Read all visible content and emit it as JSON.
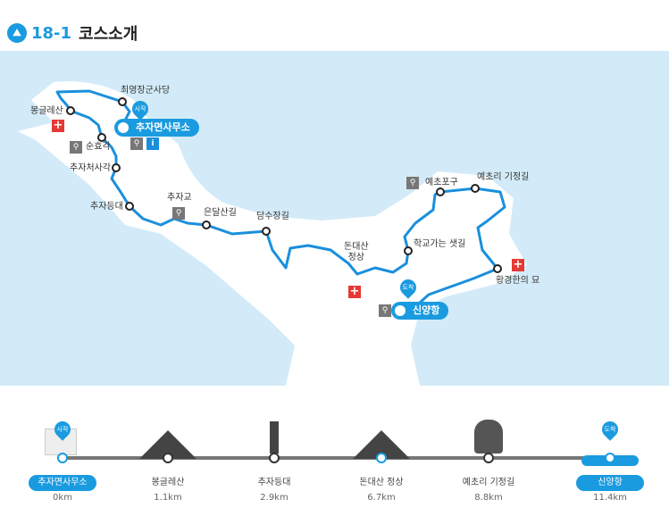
{
  "header": {
    "icon": "hiking-icon",
    "number": "18-1",
    "title": "코스소개"
  },
  "map": {
    "pins": {
      "start": "시작",
      "end": "도착"
    },
    "pills": {
      "start": "추자면사무소",
      "end": "신양항"
    },
    "labels": {
      "choi": "최영장군사당",
      "bong": "봉글레산",
      "sun": "순효각",
      "cheo": "추자처사각",
      "lighthouse": "추자등대",
      "bridge": "추자교",
      "eundal": "은달산길",
      "damsu": "담수장길",
      "dondae": "돈대산\n정상",
      "school": "학교가는 샛길",
      "yecho_port": "예초포구",
      "yecho_road": "예초리 기정길",
      "tomb": "황경한의 묘"
    },
    "icons": {
      "info": "i",
      "cross": "+",
      "wc": "🚻"
    },
    "colors": {
      "route": "#1a8fdc",
      "sea": "#d3ebf8",
      "land": "#ffffff"
    }
  },
  "timeline": {
    "stations": [
      {
        "name": "추자면사무소",
        "km": "0km"
      },
      {
        "name": "봉글레산",
        "km": "1.1km"
      },
      {
        "name": "추자등대",
        "km": "2.9km"
      },
      {
        "name": "돈대산 정상",
        "km": "6.7km"
      },
      {
        "name": "예초리 기정길",
        "km": "8.8km"
      },
      {
        "name": "신양항",
        "km": "11.4km"
      }
    ],
    "start_pin": "시작",
    "end_pin": "도착"
  }
}
